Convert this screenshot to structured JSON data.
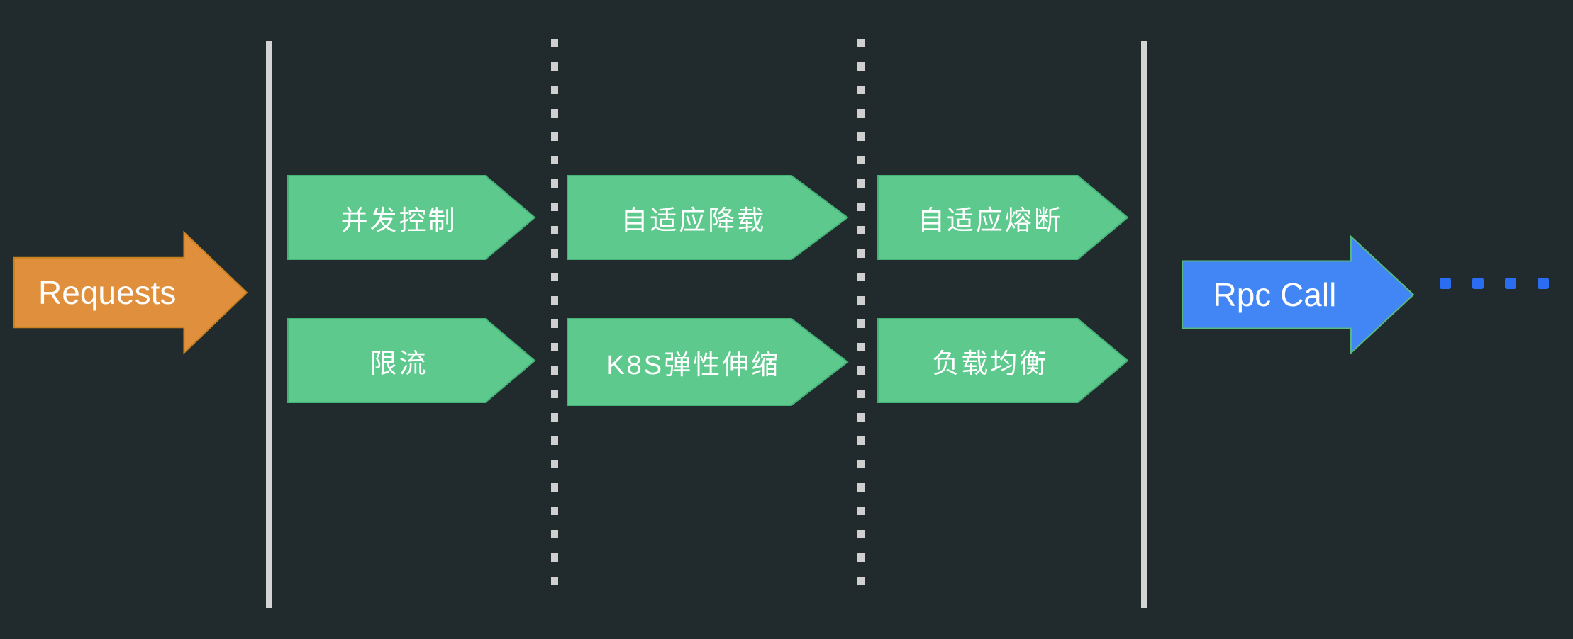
{
  "diagram": {
    "background": "#212a2c",
    "input_arrow": {
      "label": "Requests",
      "fill": "#e08f3c",
      "stroke": "#c9801f",
      "text_color": "#ffffff"
    },
    "output_arrow": {
      "label": "Rpc Call",
      "fill": "#4285f4",
      "stroke": "#58b87f",
      "text_color": "#ffffff"
    },
    "stages": {
      "fill": "#5ec98d",
      "stroke": "#44b377",
      "text_color": "#ffffff",
      "items": [
        {
          "id": "concurrency-control",
          "label": "并发控制"
        },
        {
          "id": "rate-limit",
          "label": "限流"
        },
        {
          "id": "adaptive-load-shedding",
          "label": "自适应降载"
        },
        {
          "id": "k8s-elastic-scaling",
          "label": "K8S弹性伸缩"
        },
        {
          "id": "adaptive-circuit-breaker",
          "label": "自适应熔断"
        },
        {
          "id": "load-balancing",
          "label": "负载均衡"
        }
      ]
    },
    "separators": {
      "solid_color": "#d4d4d4",
      "dotted_color": "#cfcfcf"
    },
    "trailing_dots": {
      "color": "#2a6df0",
      "count": 4
    }
  }
}
